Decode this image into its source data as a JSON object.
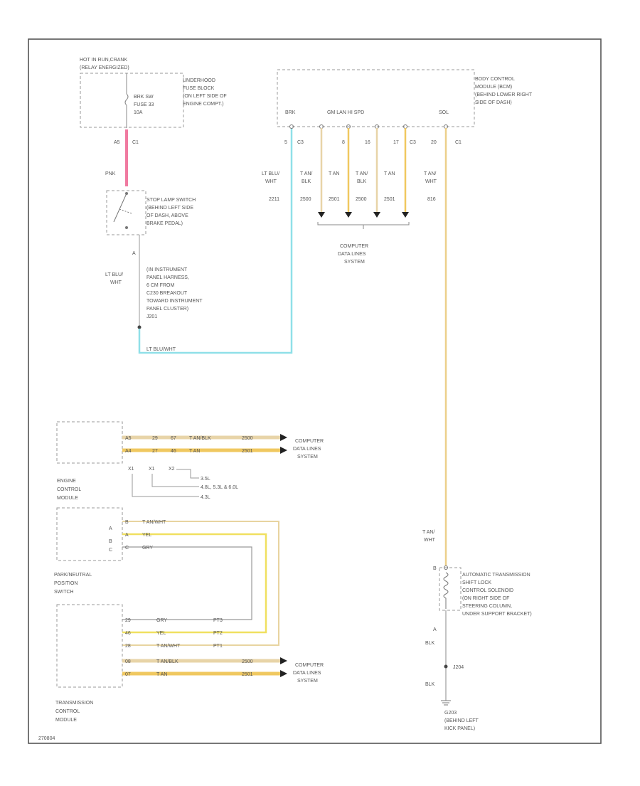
{
  "colors": {
    "pink": "#f07aa0",
    "tan": "#e8c98a",
    "yellow": "#f0e060",
    "ltblue": "#8fe0e8",
    "gray": "#999999",
    "frame": "#555555"
  },
  "top_left": {
    "hot_label_1": "HOT IN RUN,CRANK",
    "hot_label_2": "(RELAY ENERGIZED)",
    "fuse_line1": "BRK SW",
    "fuse_line2": "FUSE 33",
    "fuse_line3": "10A",
    "fuse_block_1": "UNDERHOOD",
    "fuse_block_2": "FUSE BLOCK",
    "fuse_block_3": "(ON LEFT SIDE OF",
    "fuse_block_4": "ENGINE COMPT.)",
    "pin_a5": "A5",
    "conn_c1": "C1",
    "wire_pnk": "PNK"
  },
  "stop_lamp": {
    "l1": "STOP LAMP SWITCH",
    "l2": "(BEHIND LEFT SIDE",
    "l3": "OF DASH, ABOVE",
    "l4": "BRAKE PEDAL)",
    "pin_a": "A",
    "wire": "LT BLU/",
    "wire2": "WHT"
  },
  "harness": {
    "l1": "(IN INSTRUMENT",
    "l2": "PANEL HARNESS,",
    "l3": "6 CM FROM",
    "l4": "C230 BREAKOUT",
    "l5": "TOWARD INSTRUMENT",
    "l6": "PANEL CLUSTER)",
    "l7": "J201",
    "bottom_wire": "LT BLU/WHT"
  },
  "bcm": {
    "l1": "BODY CONTROL",
    "l2": "MODULE (BCM)",
    "l3": "(BEHIND LOWER RIGHT",
    "l4": "SIDE OF DASH)",
    "brk": "BRK",
    "gm": "GM LAN HI SPD",
    "sol": "SOL",
    "pin1": "5",
    "conn1": "C3",
    "pin2": "8",
    "pin3": "16",
    "pin4": "17",
    "conn4": "C3",
    "pin5": "20",
    "conn5": "C1",
    "w1a": "LT BLU/",
    "w1b": "WHT",
    "w1c": "2211",
    "w2a": "T AN/",
    "w2b": "BLK",
    "w2c": "2500",
    "w3a": "T AN",
    "w3c": "2501",
    "w4a": "T AN/",
    "w4b": "BLK",
    "w4c": "2500",
    "w5a": "T AN",
    "w5c": "2501",
    "w6a": "T AN/",
    "w6b": "WHT",
    "w6c": "816",
    "cdl1": "COMPUTER",
    "cdl2": "DATA LINES",
    "cdl3": "SYSTEM"
  },
  "ecm": {
    "row1_pin": "A5",
    "row1_a": "29",
    "row1_b": "67",
    "row1_color": "T AN/BLK",
    "row1_circ": "2500",
    "row2_pin": "A4",
    "row2_a": "27",
    "row2_b": "46",
    "row2_color": "T AN",
    "row2_circ": "2501",
    "cdl1": "COMPUTER",
    "cdl2": "DATA LINES",
    "cdl3": "SYSTEM",
    "p1": "X1",
    "p2": "X1",
    "p3": "X2",
    "opt1": "3.5L",
    "opt2": "4.8L, 5.3L & 6.0L",
    "opt3": "4.3L",
    "l1": "ENGINE",
    "l2": "CONTROL",
    "l3": "MODULE"
  },
  "pnp": {
    "r1_pin": "B",
    "r1_color": "T AN/WHT",
    "r2_pin": "A",
    "r2_color": "YEL",
    "r3_pin": "C",
    "r3_color": "GRY",
    "side_a": "A",
    "side_b": "B",
    "side_c": "C",
    "l1": "PARK/NEUTRAL",
    "l2": "POSITION",
    "l3": "SWITCH"
  },
  "tcm": {
    "r1_pin": "29",
    "r1_color": "GRY",
    "r1_code": "PT3",
    "r2_pin": "46",
    "r2_color": "YEL",
    "r2_code": "PT2",
    "r3_pin": "28",
    "r3_color": "T AN/WHT",
    "r3_code": "PT1",
    "r4_pin": "08",
    "r4_color": "T AN/BLK",
    "r4_circ": "2500",
    "r5_pin": "07",
    "r5_color": "T AN",
    "r5_circ": "2501",
    "cdl1": "COMPUTER",
    "cdl2": "DATA LINES",
    "cdl3": "SYSTEM",
    "l1": "TRANSMISSION",
    "l2": "CONTROL",
    "l3": "MODULE"
  },
  "shift_lock": {
    "wire1": "T AN/",
    "wire2": "WHT",
    "pin_top": "B",
    "l1": "AUTOMATIC TRANSMISSION",
    "l2": "SHIFT LOCK",
    "l3": "CONTROL SOLENOID",
    "l4": "(ON RIGHT SIDE OF",
    "l5": "STEERING COLUMN,",
    "l6": "UNDER SUPPORT BRACKET)",
    "pin_bot": "A",
    "blk1": "BLK",
    "splice": "J204",
    "blk2": "BLK",
    "g1": "G203",
    "g2": "(BEHIND LEFT",
    "g3": "KICK PANEL)"
  },
  "footer": {
    "code": "270804"
  }
}
